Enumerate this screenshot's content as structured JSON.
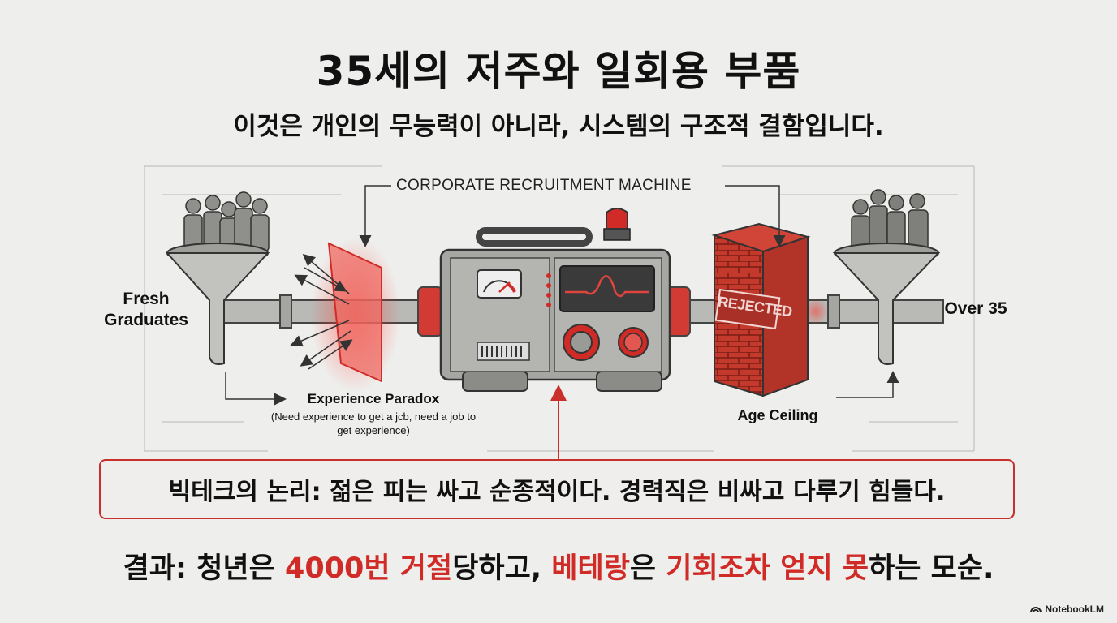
{
  "title": "35세의 저주와 일회용 부품",
  "subtitle": "이것은 개인의 무능력이 아니라, 시스템의 구조적 결함입니다.",
  "diagram": {
    "machine_label": "CORPORATE RECRUITMENT MACHINE",
    "fresh_label": "Fresh Graduates",
    "over_label": "Over 35",
    "paradox_title": "Experience Paradox",
    "paradox_sub": "(Need experience to get a jcb, need a job to get experience)",
    "ceiling_label": "Age Ceiling",
    "rejected_stamp": "REJECTED"
  },
  "logic_text": "빅테크의 논리: 젊은 피는 싸고 순종적이다. 경력직은 비싸고 다루기 힘들다.",
  "result": {
    "p1": "결과: 청년은 ",
    "h1": "4000번 거절",
    "p2": "당하고, ",
    "h2": "베테랑",
    "p3": "은 ",
    "h3": "기회조차 얻지 못",
    "p4": "하는 모순."
  },
  "brand": "NotebookLM",
  "colors": {
    "accent_red": "#d02b26",
    "background": "#eeeeec"
  }
}
